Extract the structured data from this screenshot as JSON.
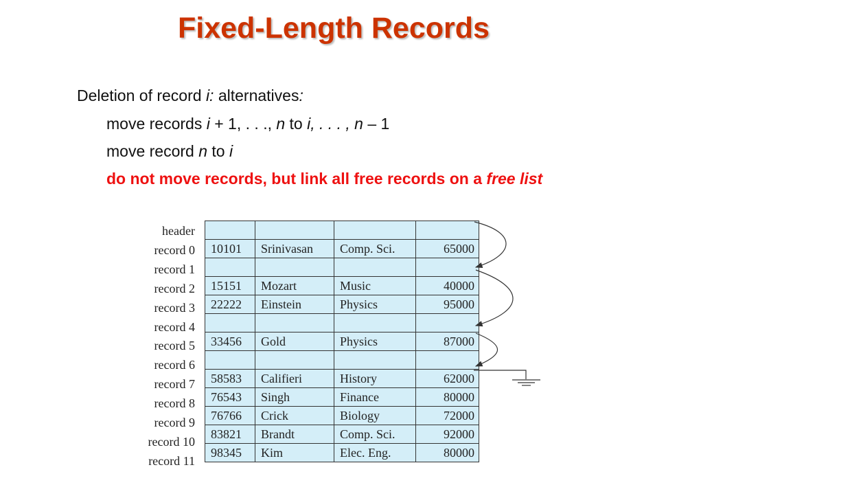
{
  "slide": {
    "title": "Fixed-Length Records",
    "line1": {
      "a": "Deletion of record ",
      "b": "i:",
      "c": "  alternatives",
      "d": ":"
    },
    "line2": {
      "a": "move records ",
      "b": "i",
      "c": " + 1, . . ., ",
      "d": "n",
      "e": "  to ",
      "f": "i, . . . , n",
      "g": " – 1"
    },
    "line3": {
      "a": "move record ",
      "b": "n",
      "c": "  to ",
      "d": "i"
    },
    "line4": {
      "a": "do not move records, but link all free records on a ",
      "b": "free list"
    }
  },
  "figure": {
    "labels": [
      "header",
      "record 0",
      "record 1",
      "record 2",
      "record 3",
      "record 4",
      "record 5",
      "record 6",
      "record 7",
      "record 8",
      "record 9",
      "record 10",
      "record 11"
    ],
    "rows": [
      [
        "",
        "",
        "",
        ""
      ],
      [
        "10101",
        "Srinivasan",
        "Comp. Sci.",
        "65000"
      ],
      [
        "",
        "",
        "",
        ""
      ],
      [
        "15151",
        "Mozart",
        "Music",
        "40000"
      ],
      [
        "22222",
        "Einstein",
        "Physics",
        "95000"
      ],
      [
        "",
        "",
        "",
        ""
      ],
      [
        "33456",
        "Gold",
        "Physics",
        "87000"
      ],
      [
        "",
        "",
        "",
        ""
      ],
      [
        "58583",
        "Califieri",
        "History",
        "62000"
      ],
      [
        "76543",
        "Singh",
        "Finance",
        "80000"
      ],
      [
        "76766",
        "Crick",
        "Biology",
        "72000"
      ],
      [
        "83821",
        "Brandt",
        "Comp. Sci.",
        "92000"
      ],
      [
        "98345",
        "Kim",
        "Elec. Eng.",
        "80000"
      ]
    ],
    "colors": {
      "cell_bg": "#d4eef8",
      "title": "#cc3300",
      "emphasis": "#ee1111"
    }
  }
}
